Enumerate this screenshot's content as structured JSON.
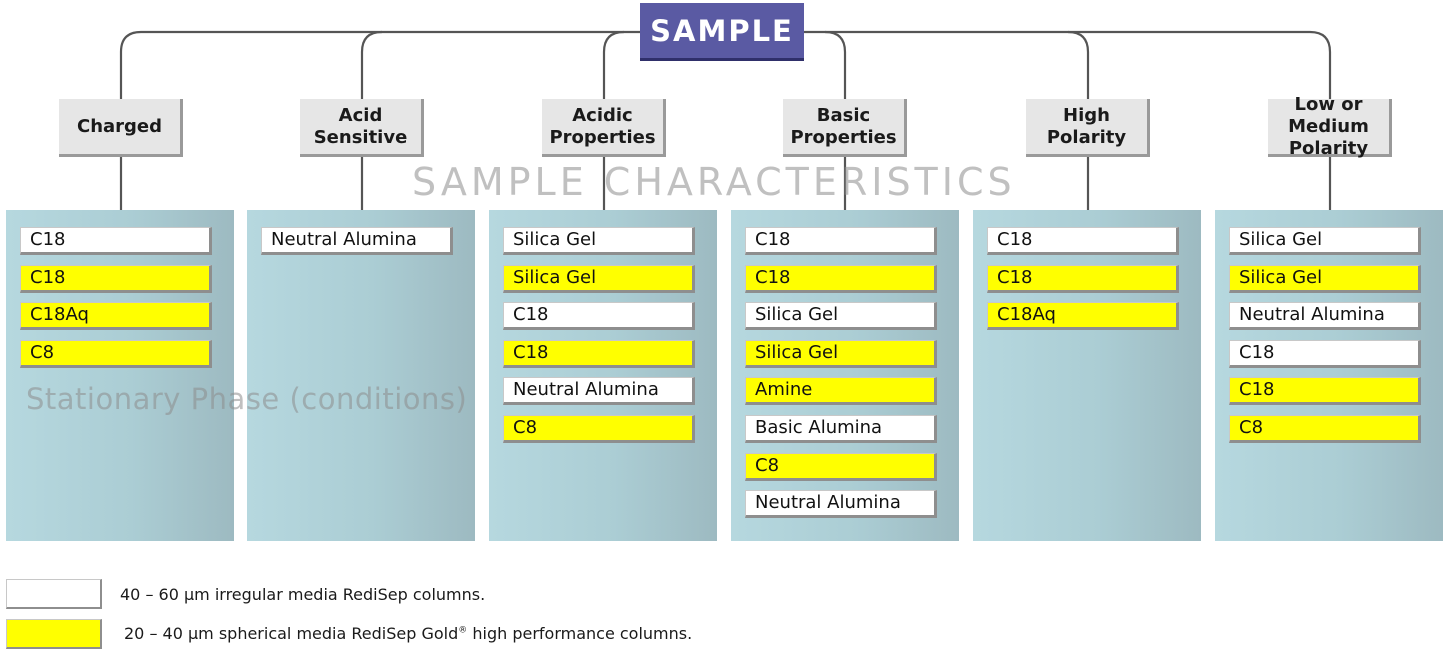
{
  "root": {
    "label": "SAMPLE"
  },
  "watermarks": {
    "characteristics": "SAMPLE CHARACTERISTICS",
    "stationary_phase": "Stationary Phase (conditions)"
  },
  "columns": [
    {
      "label": "Charged",
      "items": [
        {
          "text": "C18",
          "media": "white"
        },
        {
          "text": "C18",
          "media": "yellow"
        },
        {
          "text": "C18Aq",
          "media": "yellow"
        },
        {
          "text": "C8",
          "media": "yellow"
        }
      ]
    },
    {
      "label": "Acid\nSensitive",
      "items": [
        {
          "text": "Neutral Alumina",
          "media": "white"
        }
      ]
    },
    {
      "label": "Acidic\nProperties",
      "items": [
        {
          "text": "Silica Gel",
          "media": "white"
        },
        {
          "text": "Silica Gel",
          "media": "yellow"
        },
        {
          "text": "C18",
          "media": "white"
        },
        {
          "text": "C18",
          "media": "yellow"
        },
        {
          "text": "Neutral Alumina",
          "media": "white"
        },
        {
          "text": "C8",
          "media": "yellow"
        }
      ]
    },
    {
      "label": "Basic\nProperties",
      "items": [
        {
          "text": "C18",
          "media": "white"
        },
        {
          "text": "C18",
          "media": "yellow"
        },
        {
          "text": "Silica Gel",
          "media": "white"
        },
        {
          "text": "Silica Gel",
          "media": "yellow"
        },
        {
          "text": "Amine",
          "media": "yellow"
        },
        {
          "text": "Basic Alumina",
          "media": "white"
        },
        {
          "text": "C8",
          "media": "yellow"
        },
        {
          "text": "Neutral Alumina",
          "media": "white"
        }
      ]
    },
    {
      "label": "High\nPolarity",
      "items": [
        {
          "text": "C18",
          "media": "white"
        },
        {
          "text": "C18",
          "media": "yellow"
        },
        {
          "text": "C18Aq",
          "media": "yellow"
        }
      ]
    },
    {
      "label": "Low or Medium\nPolarity",
      "items": [
        {
          "text": "Silica Gel",
          "media": "white"
        },
        {
          "text": "Silica Gel",
          "media": "yellow"
        },
        {
          "text": "Neutral Alumina",
          "media": "white"
        },
        {
          "text": "C18",
          "media": "white"
        },
        {
          "text": "C18",
          "media": "yellow"
        },
        {
          "text": "C8",
          "media": "yellow"
        }
      ]
    }
  ],
  "legend": {
    "white_text": "40 – 60 µm irregular media RediSep columns.",
    "yellow_text_before": "20 – 40 µm spherical media RediSep Gold",
    "yellow_registered": "®",
    "yellow_text_after": " high performance columns."
  },
  "colors": {
    "root": "#5a5aa3",
    "panel": "#abcdd4",
    "white_media": "#ffffff",
    "gold_media": "#ffff00"
  }
}
